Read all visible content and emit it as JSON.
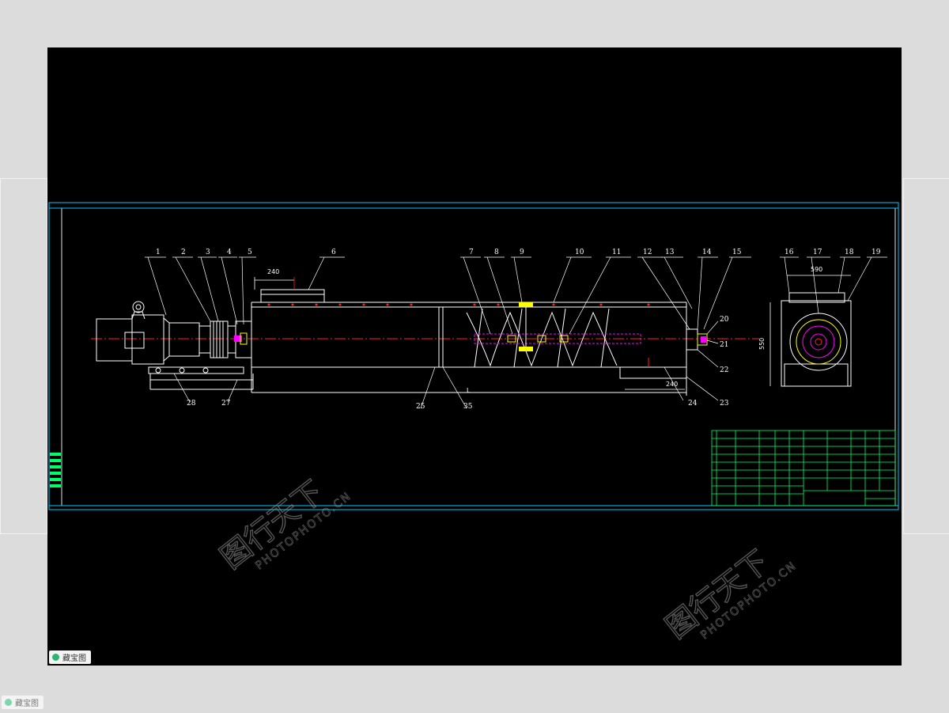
{
  "drawing": {
    "part_numbers": [
      "1",
      "2",
      "3",
      "4",
      "5",
      "6",
      "7",
      "8",
      "9",
      "10",
      "11",
      "12",
      "13",
      "14",
      "15",
      "16",
      "17",
      "18",
      "19",
      "20",
      "21",
      "22",
      "23",
      "24",
      "25",
      "35",
      "27",
      "28"
    ],
    "dimensions": {
      "inlet_width": "240",
      "outlet_width": "240",
      "end_view_width": "590",
      "end_view_height": "550",
      "center_mark": "L"
    }
  },
  "watermark": {
    "cn": "图行天下",
    "en": "PHOTOPHOTO.CN"
  },
  "badge": {
    "label": "藏宝图"
  },
  "colors": {
    "outline": "#ffffff",
    "border": "#00c8ff",
    "centerline": "#ff2020",
    "title_block": "#00ff66",
    "accent": "#ffff00",
    "magenta": "#ff00ff"
  }
}
